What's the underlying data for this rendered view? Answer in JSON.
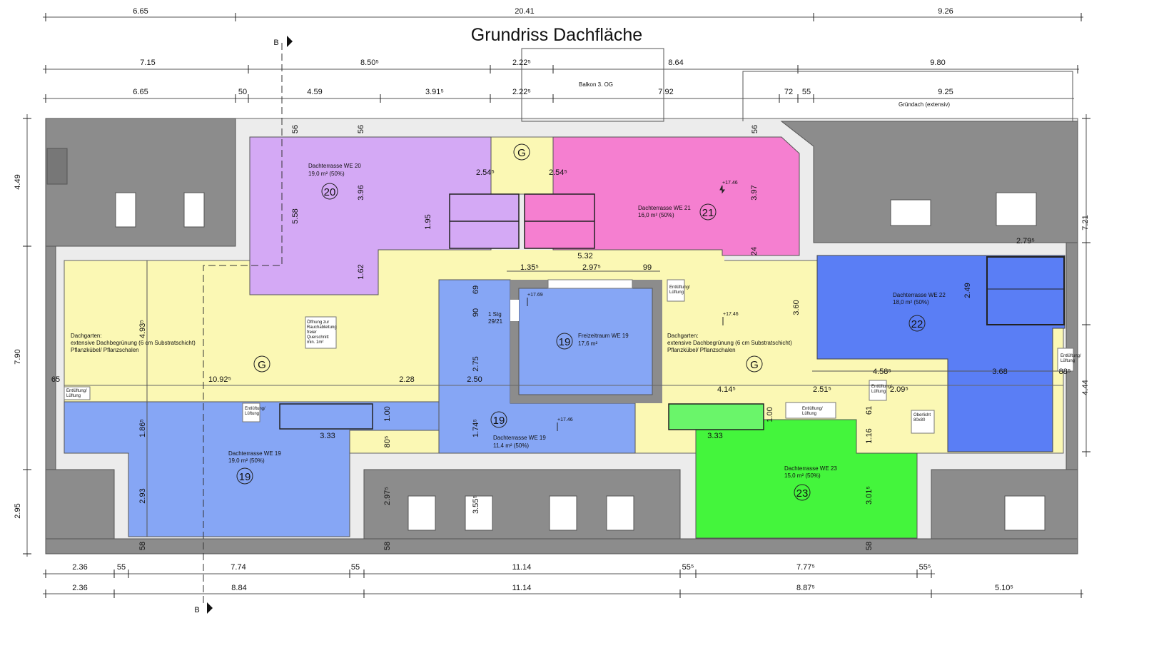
{
  "title": "Grundriss Dachfläche",
  "section_marker": "B",
  "colors": {
    "garden": "#fbf8b4",
    "we20": "#d4a9f5",
    "we21": "#f57fd0",
    "we19": "#86a6f5",
    "we22": "#5a7ef5",
    "we23": "#44f53c",
    "roof": "#8c8c8c",
    "gravel": "#ececec"
  },
  "notes": {
    "balkon": "Balkon 3. OG",
    "gruendach": "Gründach (extensiv)"
  },
  "dims": {
    "top1": [
      "6.65",
      "20.41",
      "9.26"
    ],
    "top2": [
      "7.15",
      "8.50⁵",
      "2.22⁵",
      "8.64",
      "9.80"
    ],
    "top3": [
      "6.65",
      "50",
      "4.59",
      "3.91⁵",
      "2.22⁵",
      "7.92",
      "72",
      "55",
      "9.25"
    ],
    "bot1": [
      "2.36",
      "55",
      "7.74",
      "55",
      "11.14",
      "55⁵",
      "7.77⁵",
      "55⁵"
    ],
    "bot2": [
      "2.36",
      "8.84",
      "11.14",
      "8.87⁵",
      "5.10⁵"
    ],
    "left": [
      "4.49",
      "7.90",
      "2.95"
    ],
    "right": [
      "7.21",
      "4.44"
    ],
    "inner": [
      "56",
      "56",
      "56",
      "5.58",
      "3.96",
      "1.95",
      "1.62",
      "2.54⁵",
      "2.54⁵",
      "3.97",
      "24",
      "5.32",
      "1.35⁵",
      "2.97⁵",
      "99",
      "69",
      "90",
      "2.75",
      "3.60",
      "2.79⁵",
      "2.49",
      "4.93⁵",
      "65",
      "10.92⁵",
      "2.28",
      "2.50",
      "4.14⁵",
      "2.51⁵",
      "4.58⁵",
      "2.09⁵",
      "3.68",
      "88⁵",
      "1.00",
      "3.33",
      "1.86⁵",
      "80⁵",
      "1.74⁵",
      "1.00",
      "3.33",
      "61",
      "1.16",
      "2.93",
      "2.97⁵",
      "3.55⁵",
      "3.01⁵",
      "58",
      "58",
      "58"
    ]
  },
  "rooms": {
    "we20": {
      "name": "Dachterrasse WE 20",
      "area": "19,0 m² (50%)",
      "num": "20"
    },
    "we21": {
      "name": "Dachterrasse WE 21",
      "area": "16,0 m² (50%)",
      "num": "21"
    },
    "we22": {
      "name": "Dachterrasse WE 22",
      "area": "18,0 m² (50%)",
      "num": "22"
    },
    "we19a": {
      "name": "Dachterrasse WE 19",
      "area": "19,0 m² (50%)",
      "num": "19"
    },
    "we19b": {
      "name": "Dachterrasse WE 19",
      "area": "11,4 m² (50%)",
      "num": "19"
    },
    "frei": {
      "name": "Freizeitraum WE 19",
      "area": "17,6 m²",
      "num": "19"
    },
    "we23": {
      "name": "Dachterrasse WE 23",
      "area": "15,0 m² (50%)",
      "num": "23"
    }
  },
  "garden": {
    "l1": "Dachgarten:",
    "l2": "extensive Dachbegrünung (6 cm Substratschicht)",
    "l3": "Pflanzkübel/ Pflanzschalen",
    "g": "G"
  },
  "elevations": [
    "+17.46",
    "+17.69",
    "+17.46",
    "+17.46"
  ],
  "stairs": {
    "l1": "1 Stg",
    "l2": "29/21"
  },
  "vent": {
    "l1": "Entlüftung/",
    "l2": "Lüftung"
  },
  "smoke": [
    "Öffnung zur",
    "Rauchableitung",
    "freier",
    "Querschnitt",
    "min. 1m²"
  ],
  "skylight": [
    "Oberlicht",
    "80x80"
  ]
}
